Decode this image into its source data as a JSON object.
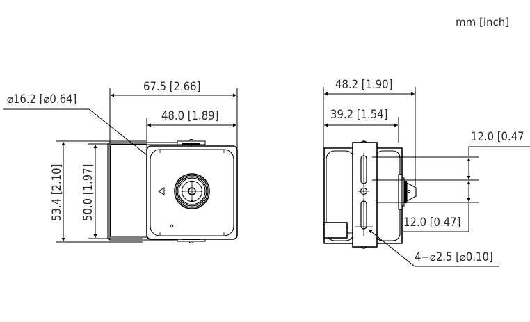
{
  "units": "mm [inch]",
  "front_view": {
    "lens_diameter": "⌀16.2 [⌀0.64]",
    "overall_width": "67.5 [2.66]",
    "body_width": "48.0 [1.89]",
    "overall_height": "53.4 [2.10]",
    "body_height": "50.0 [1.97]"
  },
  "side_view": {
    "overall_depth": "48.2 [1.90]",
    "body_depth": "39.2 [1.54]",
    "hole_spacing_top": "12.0 [0.47",
    "hole_spacing_bottom": "12.0 [0.47]",
    "mounting_holes": "4−⌀2.5 [⌀0.10]"
  }
}
